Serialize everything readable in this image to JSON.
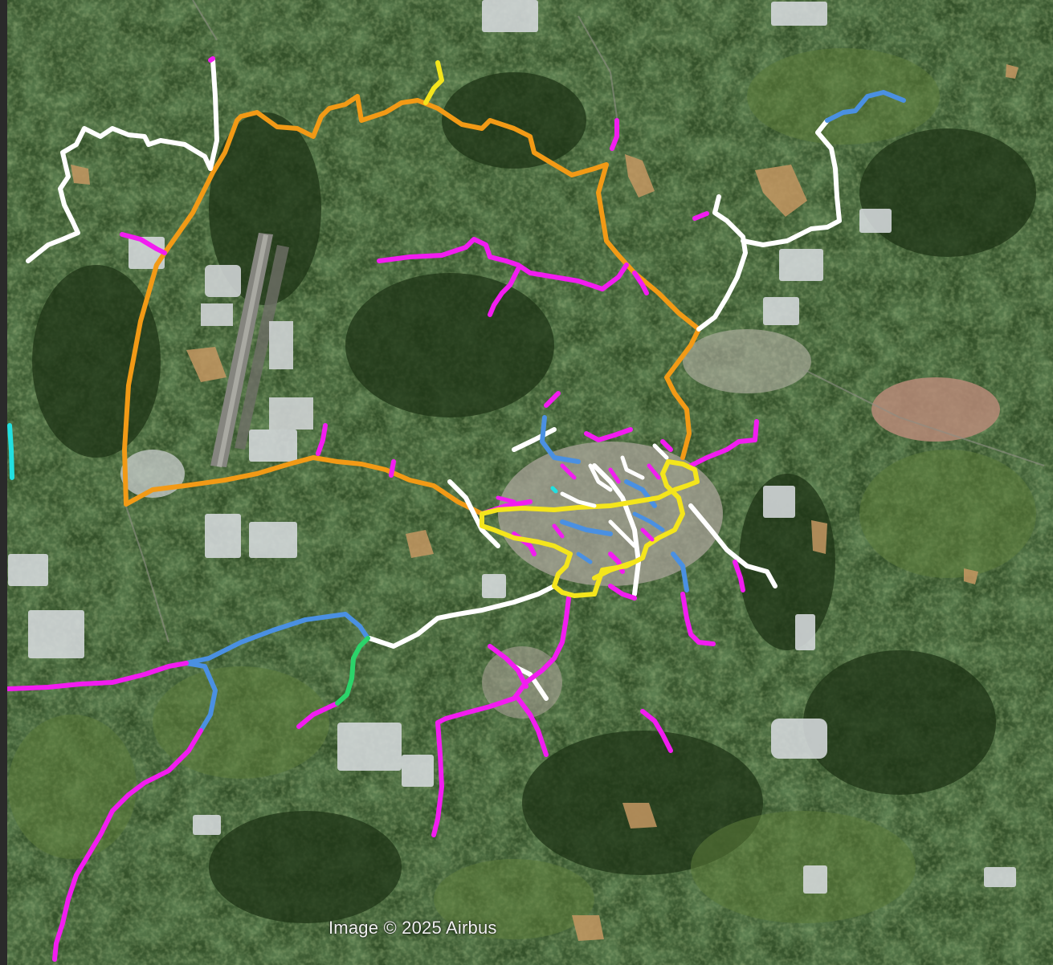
{
  "map": {
    "attribution": "Image © 2025 Airbus",
    "basemap_colors": {
      "forest_dark": "#22381a",
      "forest": "#2f4a22",
      "field": "#4f6d35",
      "field_light": "#6f8a48",
      "bare_soil": "#c79a62",
      "urban": "#b9b2a8",
      "urban_red": "#b58a78",
      "greenhouse": "#d9dde0",
      "runway": "#7d7d78"
    },
    "routes": [
      {
        "name": "orange-ring-route",
        "color": "#f29a16"
      },
      {
        "name": "white-routes",
        "color": "#ffffff"
      },
      {
        "name": "magenta-routes",
        "color": "#f21cf0"
      },
      {
        "name": "blue-routes",
        "color": "#4a90e2"
      },
      {
        "name": "yellow-routes",
        "color": "#f4e51c"
      },
      {
        "name": "green-route",
        "color": "#2bd46a"
      },
      {
        "name": "cyan-route",
        "color": "#22e0e0"
      }
    ]
  }
}
